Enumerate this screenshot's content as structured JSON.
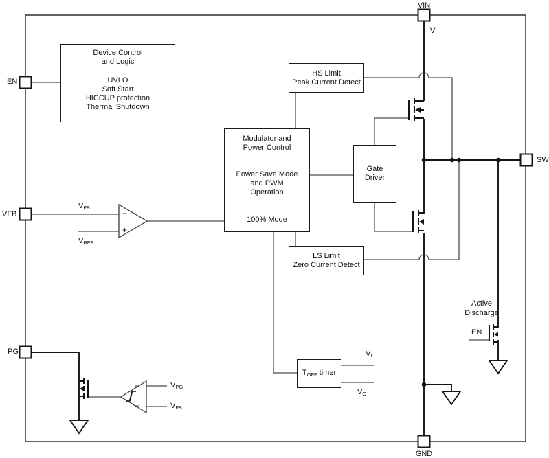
{
  "pins": {
    "vin": "VIN",
    "en": "EN",
    "vfb": "VFB",
    "pg": "PG",
    "gnd": "GND",
    "sw": "SW"
  },
  "blocks": {
    "device_control": {
      "title": [
        "Device Control",
        "and Logic"
      ],
      "body": [
        "UVLO",
        "Soft Start",
        "HICCUP protection",
        "Thermal Shutdown"
      ]
    },
    "hs_limit": [
      "HS Limit",
      "Peak Current Detect"
    ],
    "modulator": {
      "g1": [
        "Modulator and",
        "Power Control"
      ],
      "g2": [
        "Power Save Mode",
        "and PWM",
        "Operation"
      ],
      "g3": "100% Mode"
    },
    "gate_driver": [
      "Gate",
      "Driver"
    ],
    "ls_limit": [
      "LS Limit",
      "Zero Current Detect"
    ],
    "toff_timer": {
      "main": "T",
      "sub": "OFF",
      "rest": " timer"
    }
  },
  "labels": {
    "vi_top": {
      "main": "V",
      "sub": "I"
    },
    "vfb_comp": {
      "main": "V",
      "sub": "FB"
    },
    "vref_comp": {
      "main": "V",
      "sub": "REF"
    },
    "comp_minus": "−",
    "comp_plus": "+",
    "toff_vi": {
      "main": "V",
      "sub": "I"
    },
    "toff_vo": {
      "main": "V",
      "sub": "O"
    },
    "pg_vpg": {
      "main": "V",
      "sub": "PG"
    },
    "pg_vfb": {
      "main": "V",
      "sub": "FB"
    },
    "pg_plus": "+",
    "pg_minus": "−",
    "active_discharge": [
      "Active",
      "Discharge"
    ],
    "en_bar": "EN"
  },
  "colors": {
    "background": "#ffffff",
    "wire": "#4d4d4d",
    "power": "#141414",
    "text": "#111111"
  }
}
